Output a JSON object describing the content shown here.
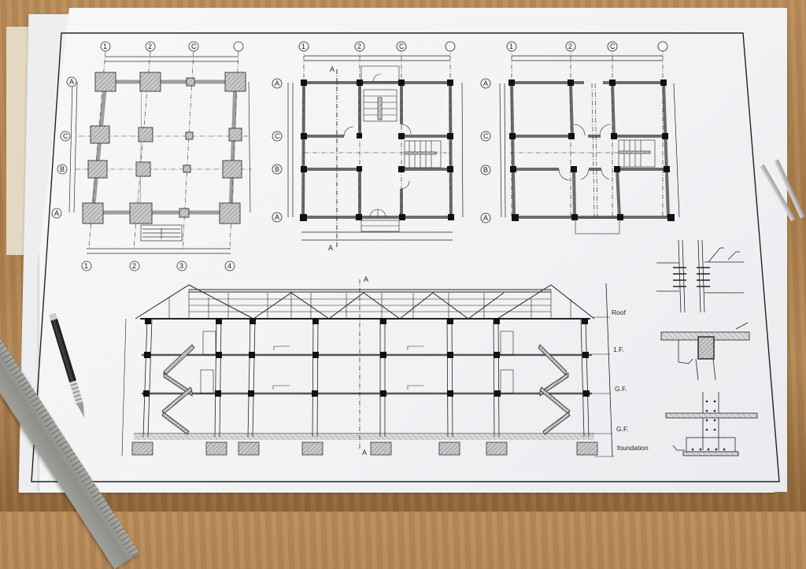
{
  "scene": {
    "description": "Architectural blueprint sheet on a wooden table with a steel ruler, mechanical pencil and drafting compass",
    "colors": {
      "table": "#a87c4a",
      "paper": "#f3f4f6",
      "ink": "#1a1a1a",
      "hatch": "#9a9a9a",
      "ruler": "#9a9a95"
    }
  },
  "drawings": {
    "foundation_plan": {
      "title": "foundation-plan",
      "top_grid_labels": [
        "1",
        "2",
        "C",
        ""
      ],
      "bottom_grid_labels": [
        "1",
        "2",
        "3",
        "4"
      ],
      "left_grid_labels": [
        "A",
        "C",
        "B",
        "A"
      ]
    },
    "ground_floor_plan": {
      "title": "ground-floor-plan",
      "top_grid_labels": [
        "1",
        "2",
        "C",
        ""
      ],
      "left_grid_labels": [
        "A",
        "C",
        "B",
        "A"
      ],
      "section_marker_top": "A",
      "section_marker_bottom": "A"
    },
    "first_floor_plan": {
      "title": "first-floor-plan",
      "top_grid_labels": [
        "1",
        "2",
        "C",
        ""
      ],
      "left_grid_labels": [
        "A",
        "C",
        "B",
        "A"
      ]
    },
    "section": {
      "title": "section-a-a",
      "section_marker_top": "A",
      "section_marker_bottom": "A",
      "level_labels": [
        "Roof",
        "1.F.",
        "G.F.",
        "G.F.",
        "foundation"
      ]
    },
    "details": {
      "items": [
        "steel-beam-column-connection",
        "slab-beam-detail",
        "column-footing-detail"
      ]
    }
  }
}
